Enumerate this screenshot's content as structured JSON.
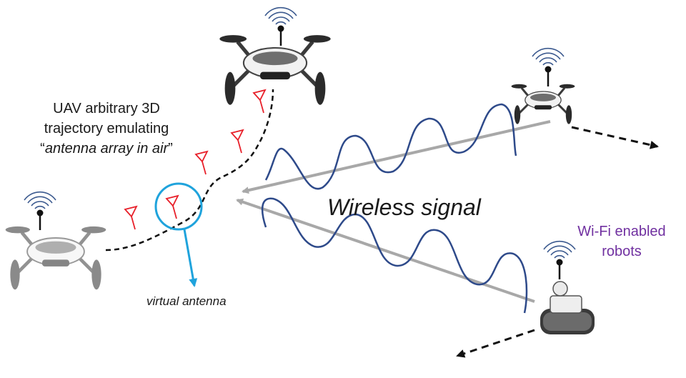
{
  "labels": {
    "uav_line1": "UAV arbitrary 3D",
    "uav_line2": "trajectory emulating",
    "uav_quote_open": "“",
    "uav_line3_italic": "antenna array in air",
    "uav_quote_close": "”",
    "wireless_signal": "Wireless signal",
    "robots_line1": "Wi-Fi enabled",
    "robots_line2": "robots",
    "virtual_antenna": "virtual antenna"
  },
  "colors": {
    "text": "#1a1a1a",
    "robots_text": "#7030a0",
    "wave": "#2e4a8a",
    "signal_arrow": "#a8a8a8",
    "antenna": "#e8202a",
    "virtual_circle": "#1fa3dc",
    "trajectory": "#111111"
  },
  "icons": {
    "wifi": "wifi-broadcast-icon",
    "antenna": "dipole-antenna-icon",
    "drone": "quadcopter-drone-icon",
    "robot": "tracked-robot-icon"
  }
}
